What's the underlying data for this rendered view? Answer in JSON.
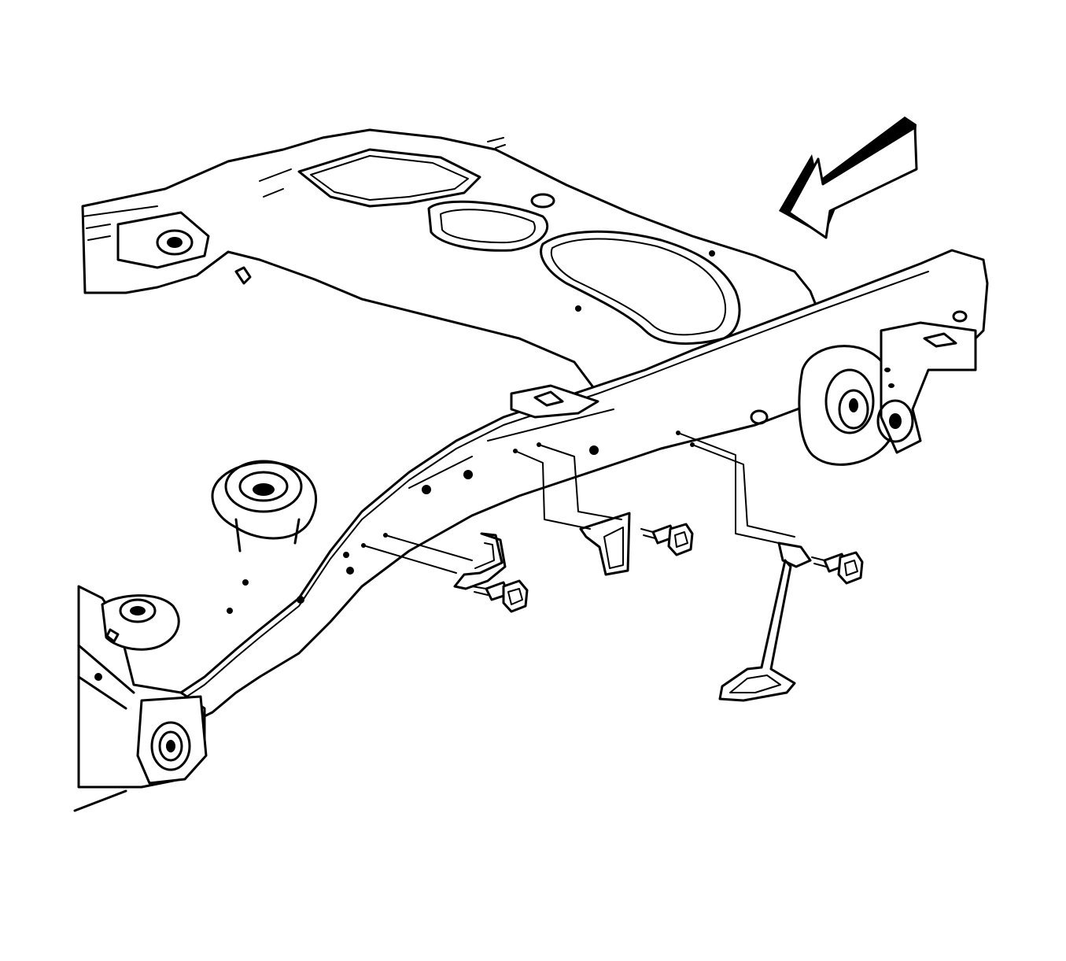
{
  "diagram": {
    "kind": "exploded assembly line drawing",
    "colors": {
      "line": "#000000",
      "background": "#ffffff"
    },
    "parts": [
      {
        "id": "frame-crossmember",
        "icon": "frame-icon"
      },
      {
        "id": "front-direction-arrow",
        "icon": "arrow-icon"
      },
      {
        "id": "bracket-left",
        "icon": "bracket-icon"
      },
      {
        "id": "bracket-middle",
        "icon": "bracket-icon"
      },
      {
        "id": "step-bracket-right",
        "icon": "step-icon"
      },
      {
        "id": "bolt-left",
        "icon": "bolt-icon"
      },
      {
        "id": "bolt-middle",
        "icon": "bolt-icon"
      },
      {
        "id": "bolt-right",
        "icon": "bolt-icon"
      }
    ]
  }
}
